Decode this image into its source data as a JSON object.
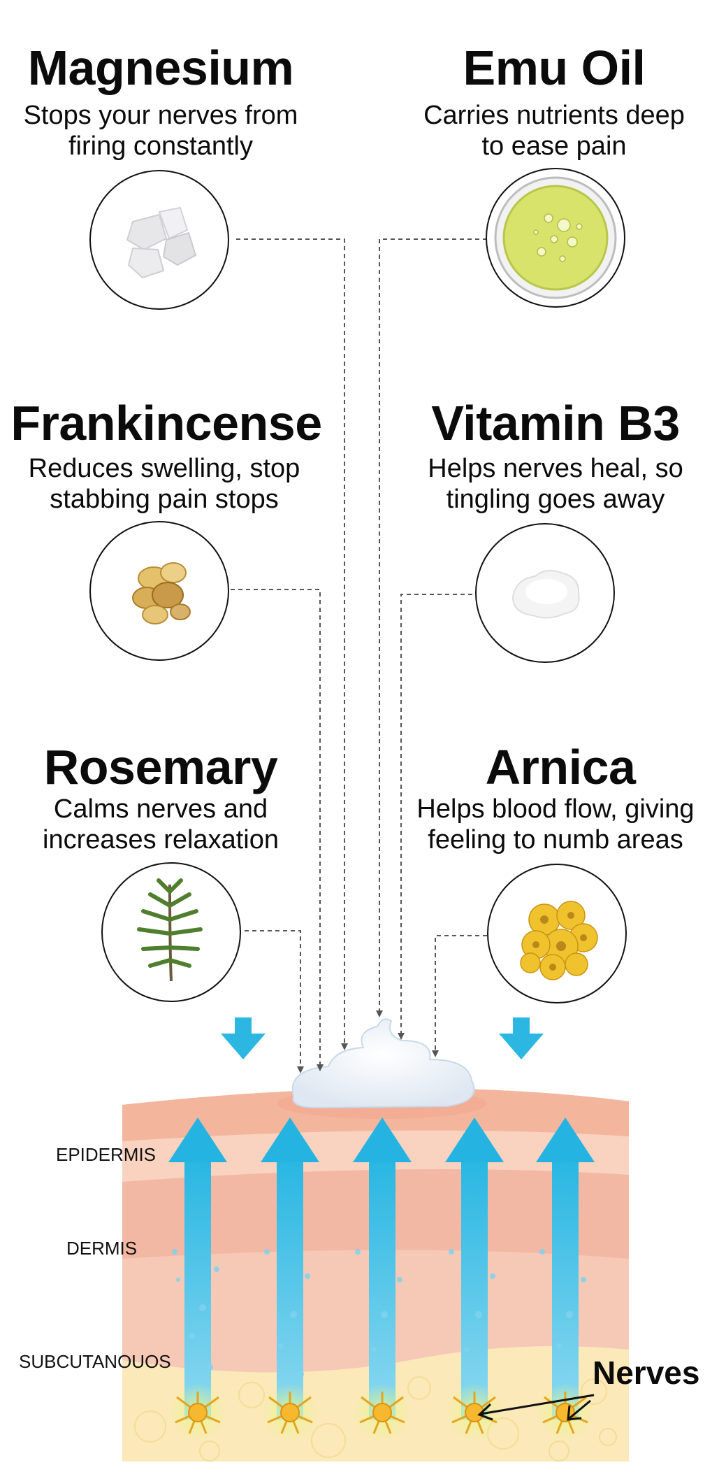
{
  "ingredients": {
    "magnesium": {
      "name": "Magnesium",
      "line1": "Stops your nerves from",
      "line2": "firing constantly",
      "icon": "magnesium-crystals-icon"
    },
    "emu_oil": {
      "name": "Emu Oil",
      "line1": "Carries nutrients deep",
      "line2": "to ease pain",
      "icon": "oil-drop-dish-icon"
    },
    "frankincense": {
      "name": "Frankincense",
      "line1": "Reduces swelling, stop",
      "line2": "stabbing pain stops",
      "icon": "resin-icon"
    },
    "vitamin_b3": {
      "name": "Vitamin B3",
      "line1": "Helps nerves heal, so",
      "line2": "tingling goes away",
      "icon": "powder-icon"
    },
    "rosemary": {
      "name": "Rosemary",
      "line1": "Calms nerves and",
      "line2": "increases relaxation",
      "icon": "rosemary-sprig-icon"
    },
    "arnica": {
      "name": "Arnica",
      "line1": "Helps blood flow, giving",
      "line2": "feeling to numb areas",
      "icon": "arnica-flower-icon"
    }
  },
  "skin": {
    "layers": [
      "EPIDERMIS",
      "DERMIS",
      "SUBCUTANOUOS"
    ],
    "nerves_label": "Nerves"
  },
  "colors": {
    "arrow_blue": "#2bb9e3",
    "epidermis": "#f5b8a0",
    "dermis": "#f7c9b3",
    "subcutaneous": "#fbe7b4",
    "nerve": "#f5b82e"
  }
}
